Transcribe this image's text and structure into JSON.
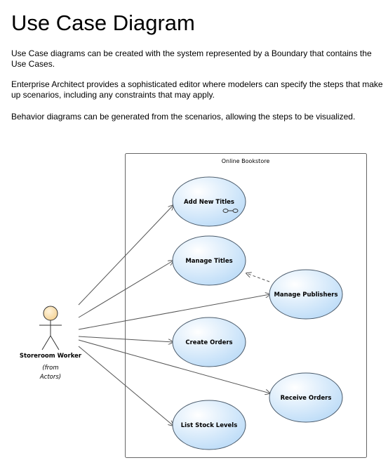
{
  "page": {
    "title": "Use Case Diagram",
    "paragraphs": [
      "Use Case diagrams can be created with the system represented by a Boundary that contains the Use Cases.",
      "Enterprise Architect provides a sophisticated editor where modelers can specify the steps that make up scenarios, including any constraints that may apply.",
      "Behavior diagrams can be generated from the scenarios, allowing the steps to be visualized."
    ]
  },
  "diagram": {
    "boundary_label": "Online Bookstore",
    "actor": {
      "name": "Storeroom Worker",
      "note_line1": "(from",
      "note_line2": "Actors)"
    },
    "use_cases": {
      "add_new_titles": "Add New Titles",
      "manage_titles": "Manage Titles",
      "manage_publishers": "Manage Publishers",
      "create_orders": "Create Orders",
      "receive_orders": "Receive Orders",
      "list_stock_levels": "List Stock Levels"
    },
    "colors": {
      "usecase_fill_light": "#ffffff",
      "usecase_fill_dark": "#b9daf7",
      "usecase_stroke": "#4a5a6a",
      "actor_head": "#fbe3b0",
      "line": "#555555"
    }
  }
}
